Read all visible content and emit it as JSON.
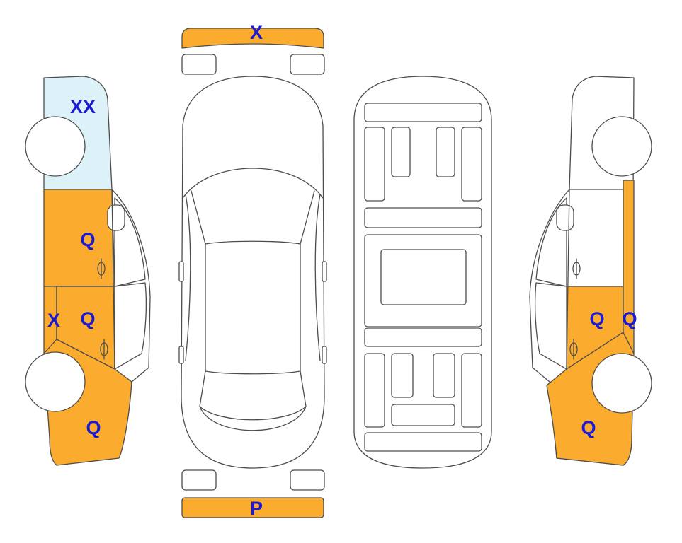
{
  "colors": {
    "damage": "#fbab2e",
    "replaced": "#ddf2f8",
    "label": "#1a1ad6",
    "outline": "#4d4d4d",
    "background": "#ffffff"
  },
  "labels": {
    "front_bumper": "X",
    "rear_bumper": "P",
    "left_front_quarter": "XX",
    "left_front_door": "Q",
    "left_rocker": "X",
    "left_rear_door": "Q",
    "left_rear_quarter": "Q",
    "right_rear_door": "Q",
    "right_rocker": "Q",
    "right_rear_quarter": "Q"
  }
}
